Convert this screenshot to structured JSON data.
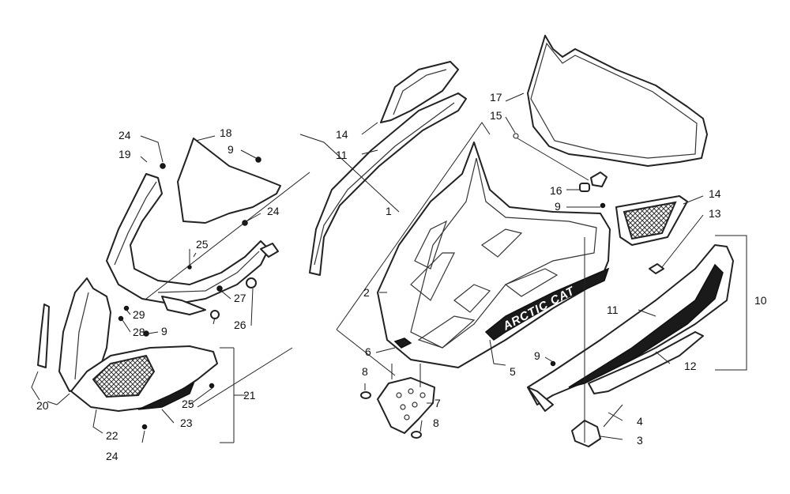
{
  "labels": {
    "l1": "1",
    "l2": "2",
    "l3": "3",
    "l4": "4",
    "l5": "5",
    "l6": "6",
    "l7": "7",
    "l8a": "8",
    "l8b": "8",
    "l9a": "9",
    "l9b": "9",
    "l9c": "9",
    "l9d": "9",
    "l10": "10",
    "l11a": "11",
    "l11b": "11",
    "l12": "12",
    "l13": "13",
    "l14a": "14",
    "l14b": "14",
    "l15": "15",
    "l16": "16",
    "l17": "17",
    "l18": "18",
    "l19": "19",
    "l20": "20",
    "l21": "21",
    "l22": "22",
    "l23": "23",
    "l24a": "24",
    "l24b": "24",
    "l24c": "24",
    "l25a": "25",
    "l25b": "25",
    "l26": "26",
    "l27": "27",
    "l28": "28",
    "l29": "29"
  },
  "decal_text": "ARCTIC CAT",
  "colors": {
    "stroke": "#222222",
    "fill": "#ffffff",
    "dark": "#1a1a1a"
  }
}
